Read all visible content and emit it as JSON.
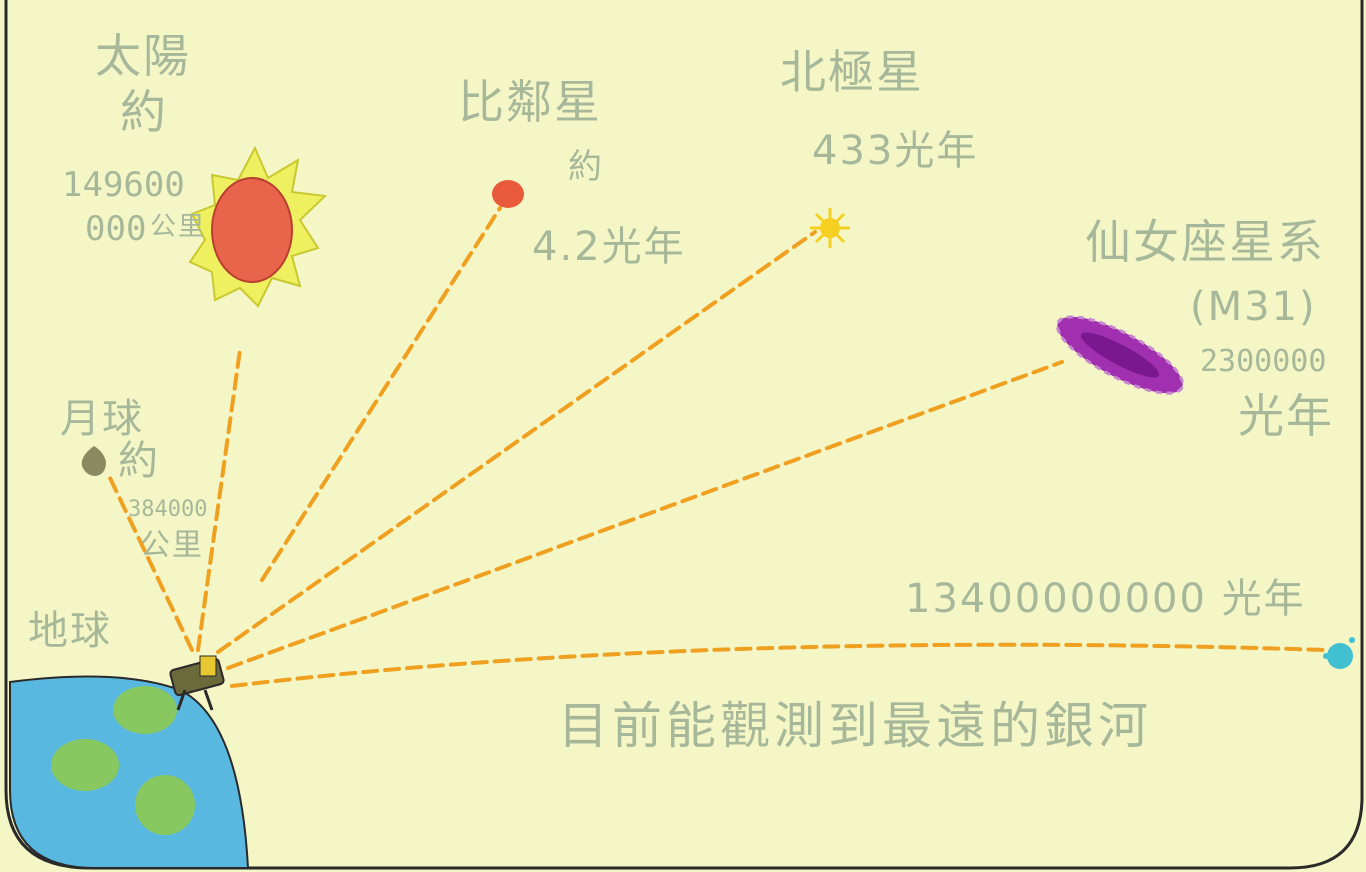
{
  "earth": {
    "name": "地球"
  },
  "moon": {
    "name": "月球",
    "about": "約",
    "distance": "384000",
    "unit": "公里"
  },
  "sun": {
    "name": "太陽",
    "about": "約",
    "distance_line1": "149600",
    "distance_line2": "000",
    "unit": "公里"
  },
  "proxima": {
    "name": "比鄰星",
    "about": "約",
    "distance": "4.2光年"
  },
  "polaris": {
    "name": "北極星",
    "distance": "433光年"
  },
  "andromeda": {
    "name": "仙女座星系",
    "code": "(M31)",
    "distance": "2300000",
    "unit": "光年"
  },
  "farthest": {
    "distance": "13400000000 光年",
    "caption": "目前能觀測到最遠的銀河"
  },
  "colors": {
    "paper": "#f4f6c6",
    "ray": "#f0a020",
    "sun": "#e8644a",
    "sun_rays": "#e8ec40",
    "proxima": "#e85a3a",
    "polaris": "#f5d020",
    "andromeda": "#a030b0",
    "farthest_galaxy": "#40c0d0",
    "earth_ocean": "#58b8e0",
    "earth_land": "#88c860",
    "moon": "#8a8a60"
  }
}
